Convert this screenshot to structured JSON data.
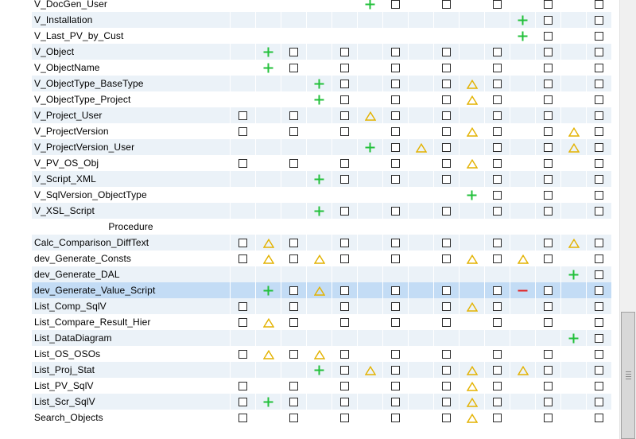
{
  "section_label": "Procedure",
  "colors": {
    "plus": "#22c03a",
    "warn": "#e3b200",
    "minus": "#e02020",
    "row_alt": "#ebf2f8",
    "row_selected": "#c3dcf5"
  },
  "rows": [
    {
      "name": "V_DocGen_User",
      "cells": [
        "",
        "",
        "",
        "",
        "",
        "plus",
        "cb",
        "",
        "cb",
        "",
        "cb",
        "",
        "cb",
        "",
        "cb"
      ]
    },
    {
      "name": "V_Installation",
      "cells": [
        "",
        "",
        "",
        "",
        "",
        "",
        "",
        "",
        "",
        "",
        "",
        "plus",
        "cb",
        "",
        "cb"
      ]
    },
    {
      "name": "V_Last_PV_by_Cust",
      "cells": [
        "",
        "",
        "",
        "",
        "",
        "",
        "",
        "",
        "",
        "",
        "",
        "plus",
        "cb",
        "",
        "cb"
      ]
    },
    {
      "name": "V_Object",
      "cells": [
        "",
        "plus",
        "cb",
        "",
        "cb",
        "",
        "cb",
        "",
        "cb",
        "",
        "cb",
        "",
        "cb",
        "",
        "cb"
      ]
    },
    {
      "name": "V_ObjectName",
      "cells": [
        "",
        "plus",
        "cb",
        "",
        "cb",
        "",
        "cb",
        "",
        "cb",
        "",
        "cb",
        "",
        "cb",
        "",
        "cb"
      ]
    },
    {
      "name": "V_ObjectType_BaseType",
      "cells": [
        "",
        "",
        "",
        "plus",
        "cb",
        "",
        "cb",
        "",
        "cb",
        "warn",
        "cb",
        "",
        "cb",
        "",
        "cb"
      ]
    },
    {
      "name": "V_ObjectType_Project",
      "cells": [
        "",
        "",
        "",
        "plus",
        "cb",
        "",
        "cb",
        "",
        "cb",
        "warn",
        "cb",
        "",
        "cb",
        "",
        "cb"
      ]
    },
    {
      "name": "V_Project_User",
      "cells": [
        "cb",
        "",
        "cb",
        "",
        "cb",
        "warn",
        "cb",
        "",
        "cb",
        "",
        "cb",
        "",
        "cb",
        "",
        "cb"
      ]
    },
    {
      "name": "V_ProjectVersion",
      "cells": [
        "cb",
        "",
        "cb",
        "",
        "cb",
        "",
        "cb",
        "",
        "cb",
        "warn",
        "cb",
        "",
        "cb",
        "warn",
        "cb"
      ]
    },
    {
      "name": "V_ProjectVersion_User",
      "cells": [
        "",
        "",
        "",
        "",
        "",
        "plus",
        "cb",
        "warn",
        "cb",
        "",
        "cb",
        "",
        "cb",
        "warn",
        "cb"
      ]
    },
    {
      "name": "V_PV_OS_Obj",
      "cells": [
        "cb",
        "",
        "cb",
        "",
        "cb",
        "",
        "cb",
        "",
        "cb",
        "warn",
        "cb",
        "",
        "cb",
        "",
        "cb"
      ]
    },
    {
      "name": "V_Script_XML",
      "cells": [
        "",
        "",
        "",
        "plus",
        "cb",
        "",
        "cb",
        "",
        "cb",
        "",
        "cb",
        "",
        "cb",
        "",
        "cb"
      ]
    },
    {
      "name": "V_SqlVersion_ObjectType",
      "cells": [
        "",
        "",
        "",
        "",
        "",
        "",
        "",
        "",
        "",
        "plus",
        "cb",
        "",
        "cb",
        "",
        "cb"
      ]
    },
    {
      "name": "V_XSL_Script",
      "cells": [
        "",
        "",
        "",
        "plus",
        "cb",
        "",
        "cb",
        "",
        "cb",
        "",
        "cb",
        "",
        "cb",
        "",
        "cb"
      ]
    },
    {
      "name": "Procedure",
      "section": true,
      "cells": [
        "",
        "",
        "",
        "",
        "",
        "",
        "",
        "",
        "",
        "",
        "",
        "",
        "",
        "",
        ""
      ]
    },
    {
      "name": "Calc_Comparison_DiffText",
      "cells": [
        "cb",
        "warn",
        "cb",
        "",
        "cb",
        "",
        "cb",
        "",
        "cb",
        "",
        "cb",
        "",
        "cb",
        "warn",
        "cb"
      ]
    },
    {
      "name": "dev_Generate_Consts",
      "cells": [
        "cb",
        "warn",
        "cb",
        "warn",
        "cb",
        "",
        "cb",
        "",
        "cb",
        "warn",
        "cb",
        "warn",
        "cb",
        "",
        "cb"
      ]
    },
    {
      "name": "dev_Generate_DAL",
      "cells": [
        "",
        "",
        "",
        "",
        "",
        "",
        "",
        "",
        "",
        "",
        "",
        "",
        "",
        "plus",
        "cb"
      ]
    },
    {
      "name": "dev_Generate_Value_Script",
      "selected": true,
      "cells": [
        "",
        "plus",
        "cb",
        "warn",
        "cb",
        "",
        "cb",
        "",
        "cb",
        "",
        "cb",
        "minus",
        "cb",
        "",
        "cb"
      ]
    },
    {
      "name": "List_Comp_SqlV",
      "cells": [
        "cb",
        "",
        "cb",
        "",
        "cb",
        "",
        "cb",
        "",
        "cb",
        "warn",
        "cb",
        "",
        "cb",
        "",
        "cb"
      ]
    },
    {
      "name": "List_Compare_Result_Hier",
      "cells": [
        "cb",
        "warn",
        "cb",
        "",
        "cb",
        "",
        "cb",
        "",
        "cb",
        "",
        "cb",
        "",
        "cb",
        "",
        "cb"
      ]
    },
    {
      "name": "List_DataDiagram",
      "cells": [
        "",
        "",
        "",
        "",
        "",
        "",
        "",
        "",
        "",
        "",
        "",
        "",
        "",
        "plus",
        "cb"
      ]
    },
    {
      "name": "List_OS_OSOs",
      "cells": [
        "cb",
        "warn",
        "cb",
        "warn",
        "cb",
        "",
        "cb",
        "",
        "cb",
        "",
        "cb",
        "",
        "cb",
        "",
        "cb"
      ]
    },
    {
      "name": "List_Proj_Stat",
      "cells": [
        "",
        "",
        "",
        "plus",
        "cb",
        "warn",
        "cb",
        "",
        "cb",
        "warn",
        "cb",
        "warn",
        "cb",
        "",
        "cb"
      ]
    },
    {
      "name": "List_PV_SqlV",
      "cells": [
        "cb",
        "",
        "cb",
        "",
        "cb",
        "",
        "cb",
        "",
        "cb",
        "warn",
        "cb",
        "",
        "cb",
        "",
        "cb"
      ]
    },
    {
      "name": "List_Scr_SqlV",
      "cells": [
        "cb",
        "plus",
        "cb",
        "",
        "cb",
        "",
        "cb",
        "",
        "cb",
        "warn",
        "cb",
        "",
        "cb",
        "",
        "cb"
      ]
    },
    {
      "name": "Search_Objects",
      "cells": [
        "cb",
        "",
        "cb",
        "",
        "cb",
        "",
        "cb",
        "",
        "cb",
        "warn",
        "cb",
        "",
        "cb",
        "",
        "cb"
      ]
    }
  ]
}
